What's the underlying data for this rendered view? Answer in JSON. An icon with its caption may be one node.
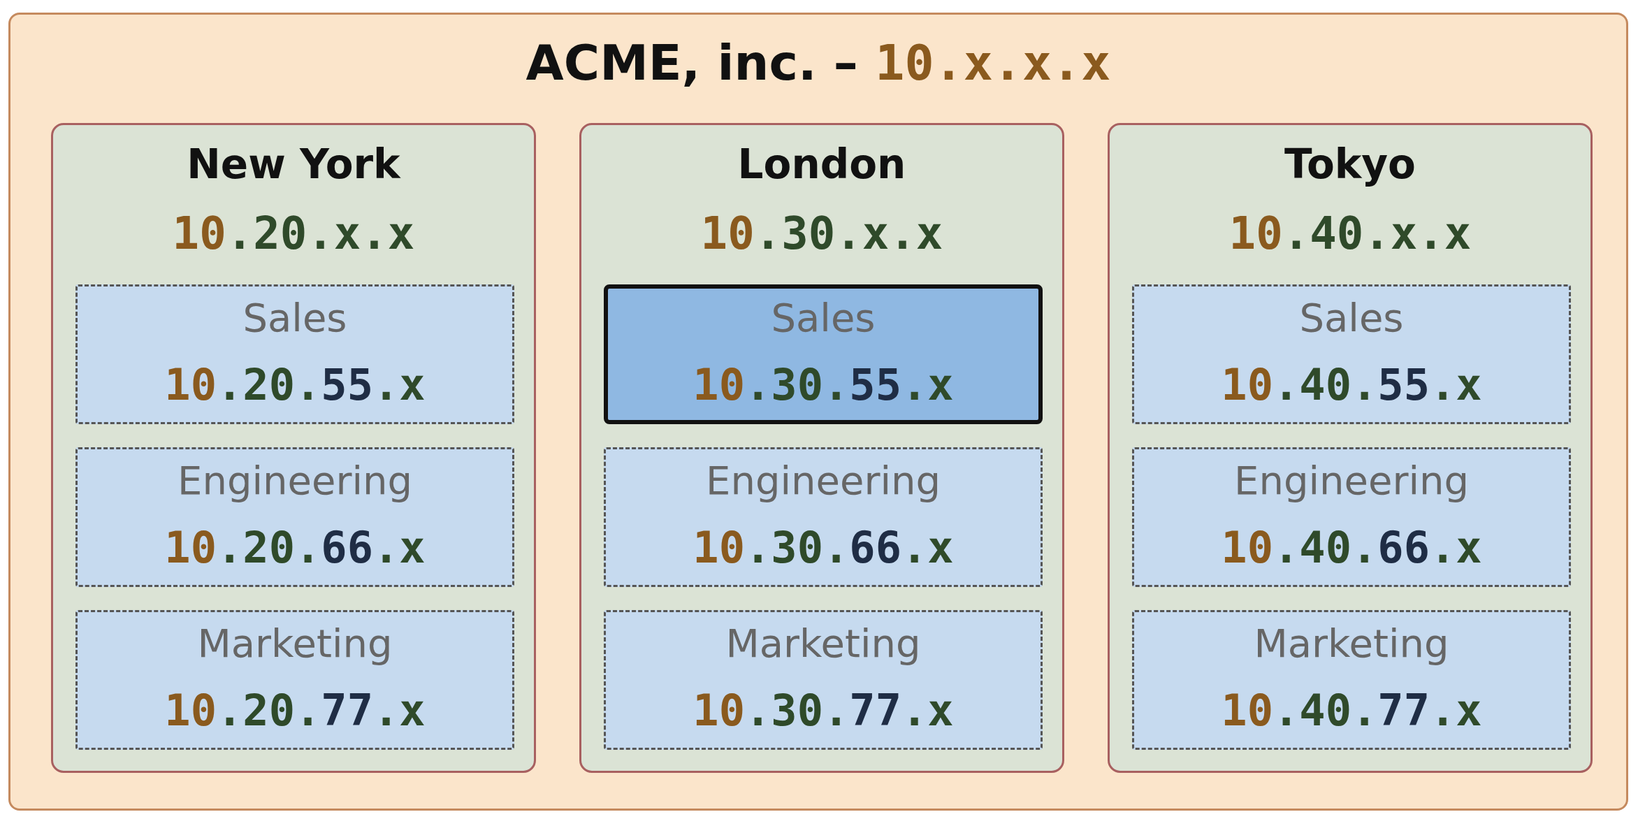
{
  "diagram": {
    "nodes": [
      {
        "text": [
          "ACME, inc. –",
          "10.x.x.x"
        ]
      },
      {
        "text": [
          "New York",
          "10.20.x.x"
        ],
        "in": 0
      },
      {
        "text": [
          "Sales",
          "10.20.55.x"
        ],
        "in": 1
      },
      {
        "text": [
          "Engineering",
          "10.20.66.x"
        ],
        "in": 1
      },
      {
        "text": [
          "Marketing",
          "10.20.77.x"
        ],
        "in": 1
      },
      {
        "text": [
          "London",
          "10.30.x.x"
        ],
        "in": 0
      },
      {
        "text": [
          "Sales",
          "10.30.55.x"
        ],
        "in": 5
      },
      {
        "text": [
          "Engineering",
          "10.30.66.x"
        ],
        "in": 5
      },
      {
        "text": [
          "Marketing",
          "10.30.77.x"
        ],
        "in": 5
      },
      {
        "text": [
          "Tokyo",
          "10.40.x.x"
        ],
        "in": 0
      },
      {
        "text": [
          "Sales",
          "10.40.55.x"
        ],
        "in": 9
      },
      {
        "text": [
          "Engineering",
          "10.40.66.x"
        ],
        "in": 9
      },
      {
        "text": [
          "Marketing",
          "10.40.77.x"
        ],
        "in": 9
      }
    ]
  }
}
